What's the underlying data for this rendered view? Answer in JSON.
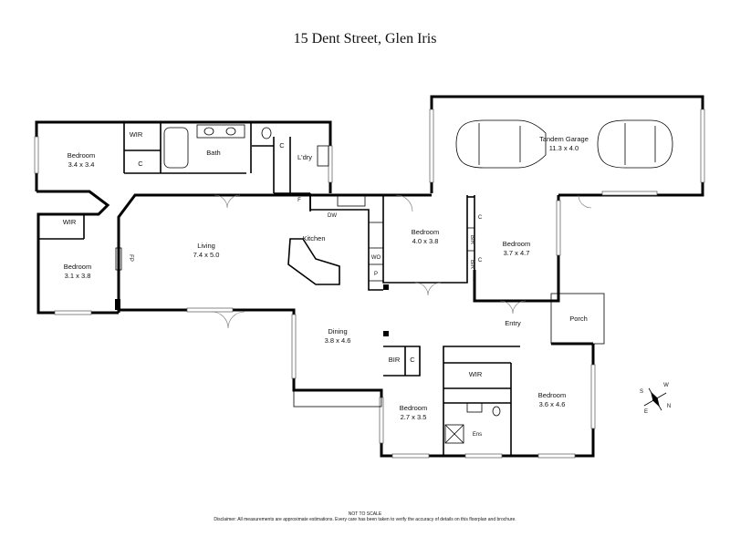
{
  "title": "15 Dent Street, Glen Iris",
  "rooms": {
    "bedroom_nw": {
      "name": "Bedroom",
      "size": "3.4 x 3.4"
    },
    "wir_nw": "WIR",
    "c_nw": "C",
    "bath": "Bath",
    "c_ldry": "C",
    "ldry": "L'dry",
    "garage": {
      "name": "Tandem Garage",
      "size": "11.3 x 4.0"
    },
    "wir_w": "WIR",
    "bedroom_w": {
      "name": "Bedroom",
      "size": "3.1 x 3.8"
    },
    "fp": "FP",
    "living": {
      "name": "Living",
      "size": "7.4 x 5.0"
    },
    "f": "F",
    "dw": "DW",
    "kitchen": "Kitchen",
    "wo": "WO",
    "p": "P",
    "bedroom_c": {
      "name": "Bedroom",
      "size": "4.0 x 3.8"
    },
    "bir1": "BIR",
    "bir2": "BIR",
    "c_bir1": "C",
    "c_bir2": "C",
    "bedroom_e": {
      "name": "Bedroom",
      "size": "3.7 x 4.7"
    },
    "entry": "Entry",
    "porch": "Porch",
    "dining": {
      "name": "Dining",
      "size": "3.8 x 4.6"
    },
    "bir_s": "BIR",
    "c_s": "C",
    "wir_s": "WIR",
    "bedroom_s": {
      "name": "Bedroom",
      "size": "2.7 x 3.5"
    },
    "ens": "Ens",
    "bedroom_se": {
      "name": "Bedroom",
      "size": "3.6 x 4.6"
    }
  },
  "compass": {
    "n": "N",
    "s": "S",
    "e": "E",
    "w": "W"
  },
  "footer": {
    "not_to_scale": "NOT TO SCALE",
    "disclaimer": "Disclaimer: All measurements are approximate estimations. Every care has been taken to verify the accuracy of details on this floorplan and brochure."
  }
}
